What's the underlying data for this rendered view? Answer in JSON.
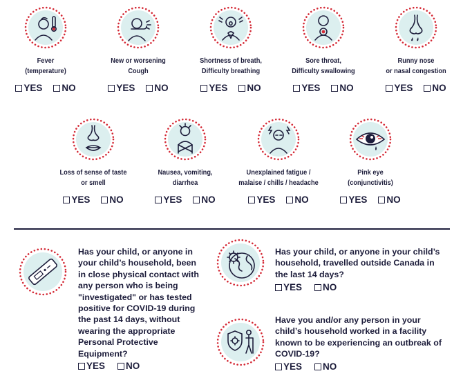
{
  "colors": {
    "dot": "#d42a36",
    "fill": "#dcefef",
    "ink": "#1d1d3b"
  },
  "symptoms": [
    {
      "icon": "thermometer-person-icon",
      "lines": [
        "Fever",
        "(temperature)"
      ],
      "yes": "YES",
      "no": "NO"
    },
    {
      "icon": "coughing-person-icon",
      "lines": [
        "New or worsening",
        "Cough"
      ],
      "yes": "YES",
      "no": "NO"
    },
    {
      "icon": "breathing-difficulty-icon",
      "lines": [
        "Shortness of breath,",
        "Difficulty breathing"
      ],
      "yes": "YES",
      "no": "NO"
    },
    {
      "icon": "sore-throat-icon",
      "lines": [
        "Sore throat,",
        "Difficulty swallowing"
      ],
      "yes": "YES",
      "no": "NO"
    },
    {
      "icon": "runny-nose-icon",
      "lines": [
        "Runny nose",
        "or nasal congestion"
      ],
      "yes": "YES",
      "no": "NO"
    },
    {
      "icon": "nose-mouth-icon",
      "lines": [
        "Loss of sense of taste",
        "or smell"
      ],
      "yes": "YES",
      "no": "NO"
    },
    {
      "icon": "nauseous-person-icon",
      "lines": [
        "Nausea, vomiting,",
        "diarrhea"
      ],
      "yes": "YES",
      "no": "NO"
    },
    {
      "icon": "fatigued-person-icon",
      "lines": [
        "Unexplained fatigue /",
        "malaise / chills / headache"
      ],
      "yes": "YES",
      "no": "NO"
    },
    {
      "icon": "pink-eye-icon",
      "lines": [
        "Pink eye",
        "(conjunctivitis)"
      ],
      "yes": "YES",
      "no": "NO"
    }
  ],
  "questions": {
    "contact": {
      "icon": "covid-test-icon",
      "lines": [
        "Has your child, or anyone in",
        "your child’s household, been",
        "in close physical contact with",
        "any person who is being",
        "\"investigated\" or has tested",
        "positive for COVID-19 during",
        "the past 14 days, without",
        "wearing the appropriate",
        "Personal Protective",
        "Equipment?"
      ],
      "yes": "YES",
      "no": "NO"
    },
    "travel": {
      "icon": "globe-virus-icon",
      "lines": [
        "Has your child, or anyone in your child’s",
        "household, travelled outside Canada in",
        "the last 14 days?"
      ],
      "yes": "YES",
      "no": "NO"
    },
    "outbreak": {
      "icon": "facility-shield-icon",
      "lines": [
        "Have you and/or any person in your",
        "child’s household worked in a facility",
        "known to be experiencing an outbreak of",
        "COVID-19?"
      ],
      "yes": "YES",
      "no": "NO"
    }
  }
}
